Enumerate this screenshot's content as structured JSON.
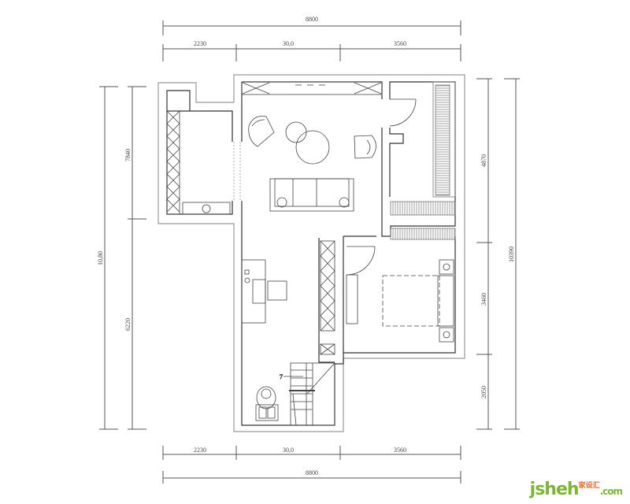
{
  "plan": {
    "top_dimensions": {
      "total": "8800",
      "segments": [
        "2230",
        "30,0",
        "3560"
      ]
    },
    "bottom_dimensions": {
      "total": "8800",
      "segments": [
        "2230",
        "30,0",
        "3560"
      ]
    },
    "left_dimensions": {
      "total": "10,80",
      "segments": [
        "7840",
        "6220"
      ]
    },
    "right_dimensions": {
      "total": "10390",
      "segments": [
        "4870",
        "3460",
        "2050"
      ]
    },
    "stair_mark": "7"
  },
  "watermark": {
    "brand": "jsheh",
    "domain": ".com",
    "chinese": "家设汇"
  },
  "colors": {
    "wall": "#555555",
    "outer": "#9a9a9a",
    "watermark_green": "#7db633",
    "watermark_orange": "#e8672a"
  }
}
